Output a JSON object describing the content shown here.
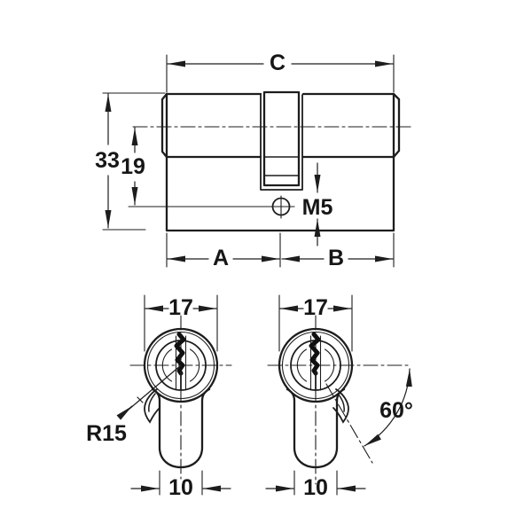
{
  "drawing": {
    "kind": "lock-cylinder-dimension-drawing",
    "colors": {
      "ink": "#1d1d1d",
      "background": "#ffffff"
    },
    "top_view": {
      "total_length_label": "C",
      "body_height": "33",
      "axis_height": "19",
      "thread_callout": "M5",
      "half_a_label": "A",
      "half_b_label": "B"
    },
    "front_views": {
      "left": {
        "width": "17",
        "radius": "R15",
        "neck_width": "10"
      },
      "right": {
        "width": "17",
        "rotation_angle": "60°",
        "neck_width": "10"
      }
    }
  }
}
